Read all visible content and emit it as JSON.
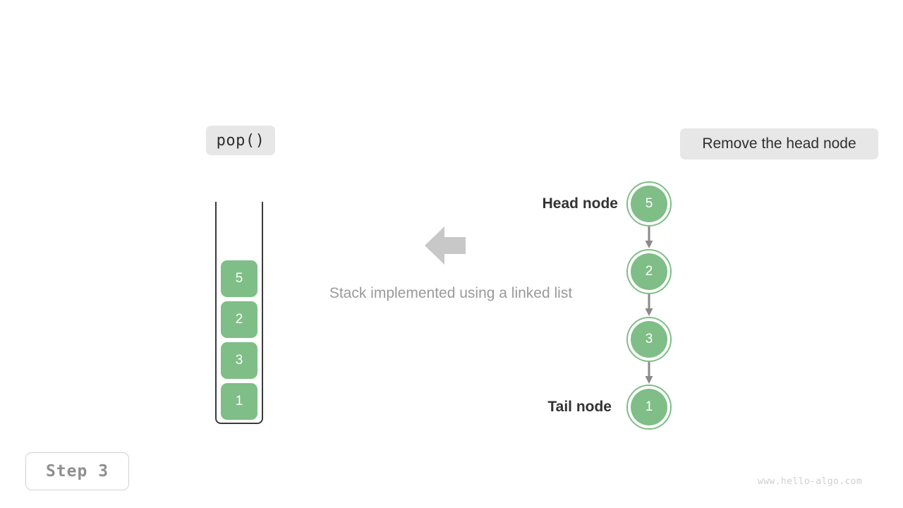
{
  "operation": {
    "label": "pop()"
  },
  "action": {
    "label": "Remove the head node"
  },
  "caption": "Stack implemented using a linked list",
  "step": {
    "label": "Step 3"
  },
  "watermark": "www.hello-algo.com",
  "colors": {
    "node_green": "#7fbe87",
    "badge_gray": "#e7e7e7",
    "arrow_gray": "#c8c8c8",
    "connector_gray": "#8a8a8a",
    "text_dark": "#333333",
    "text_muted": "#9a9a9a",
    "watermark_gray": "#cfcfcf",
    "stack_border": "#3a3a3a"
  },
  "stack": {
    "name": "stack",
    "cells": [
      {
        "value": "5"
      },
      {
        "value": "2"
      },
      {
        "value": "3"
      },
      {
        "value": "1"
      }
    ]
  },
  "linked_list": {
    "head_label": "Head node",
    "tail_label": "Tail node",
    "nodes": [
      {
        "value": "5"
      },
      {
        "value": "2"
      },
      {
        "value": "3"
      },
      {
        "value": "1"
      }
    ]
  },
  "icons": {
    "transform_arrow": "arrow-left-icon",
    "connector": "arrow-down-icon"
  }
}
